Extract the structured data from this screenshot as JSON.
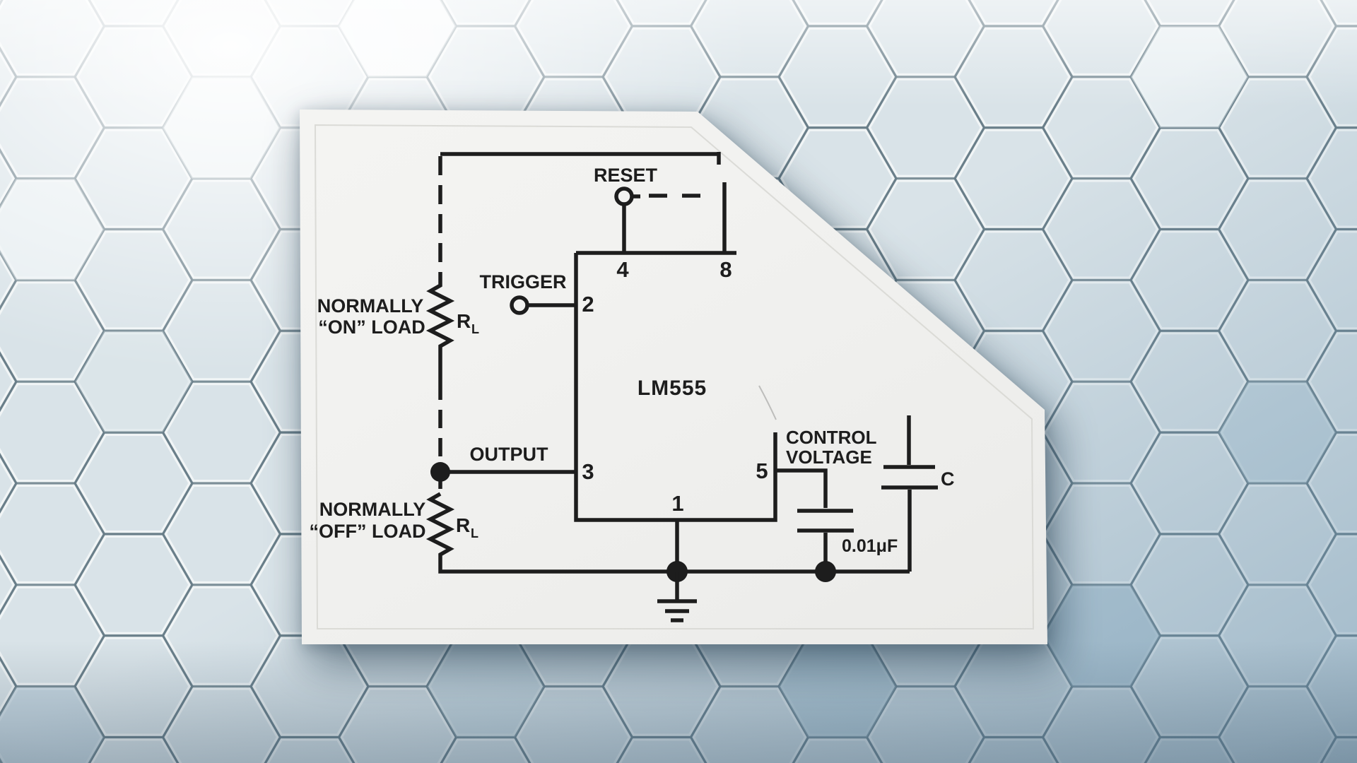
{
  "colors": {
    "ink": "#1d1d1d",
    "paper": "#f1f1ef",
    "hex_face": "#d9e3e8",
    "hex_seam": "#687d87",
    "hex_gap": "#f1f5f6"
  },
  "diagram": {
    "chip_label": "LM555",
    "labels": {
      "reset": "RESET",
      "trigger": "TRIGGER",
      "output": "OUTPUT",
      "control_line1": "CONTROL",
      "control_line2": "VOLTAGE",
      "load_on_line1": "NORMALLY",
      "load_on_line2": "“ON” LOAD",
      "load_off_line1": "NORMALLY",
      "load_off_line2": "“OFF” LOAD",
      "resistor_on_symbol": "R",
      "resistor_on_sub": "L",
      "resistor_off_symbol": "R",
      "resistor_off_sub": "L",
      "bypass_cap_value": "0.01μF",
      "timing_cap_label": "C"
    },
    "pins": {
      "pin4": "4",
      "pin8": "8",
      "pin2": "2",
      "pin3": "3",
      "pin5": "5",
      "pin1": "1"
    }
  }
}
